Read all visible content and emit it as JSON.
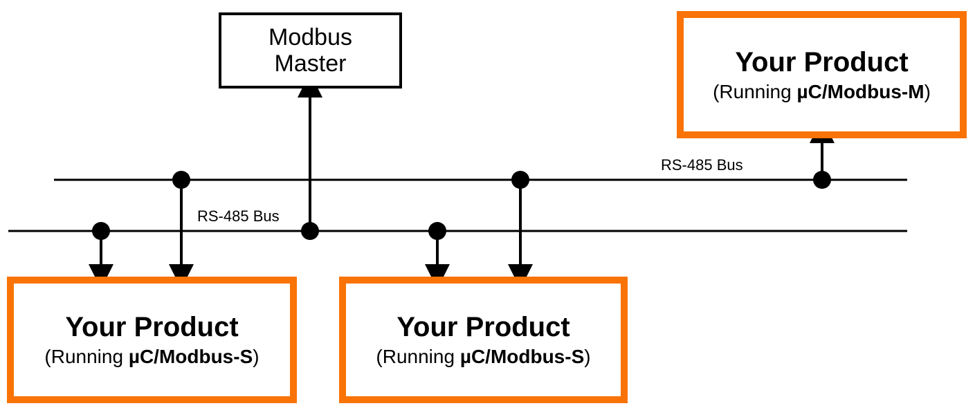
{
  "diagram": {
    "title_semantic": "modbus-rs485-network-topology",
    "colors": {
      "accent_orange": "#F97306",
      "wire_black": "#000000",
      "background": "#FFFFFF"
    },
    "master_box": {
      "line1": "Modbus",
      "line2": "Master"
    },
    "product_master": {
      "title": "Your Product",
      "sub_prefix": "(Running ",
      "sub_stack": "µC/Modbus-M",
      "sub_suffix": ")"
    },
    "product_slave_left": {
      "title": "Your Product",
      "sub_prefix": "(Running ",
      "sub_stack": "µC/Modbus-S",
      "sub_suffix": ")"
    },
    "product_slave_middle": {
      "title": "Your Product",
      "sub_prefix": "(Running ",
      "sub_stack": "µC/Modbus-S",
      "sub_suffix": ")"
    },
    "bus_labels": {
      "upper": "RS-485 Bus",
      "lower": "RS-485 Bus"
    }
  }
}
